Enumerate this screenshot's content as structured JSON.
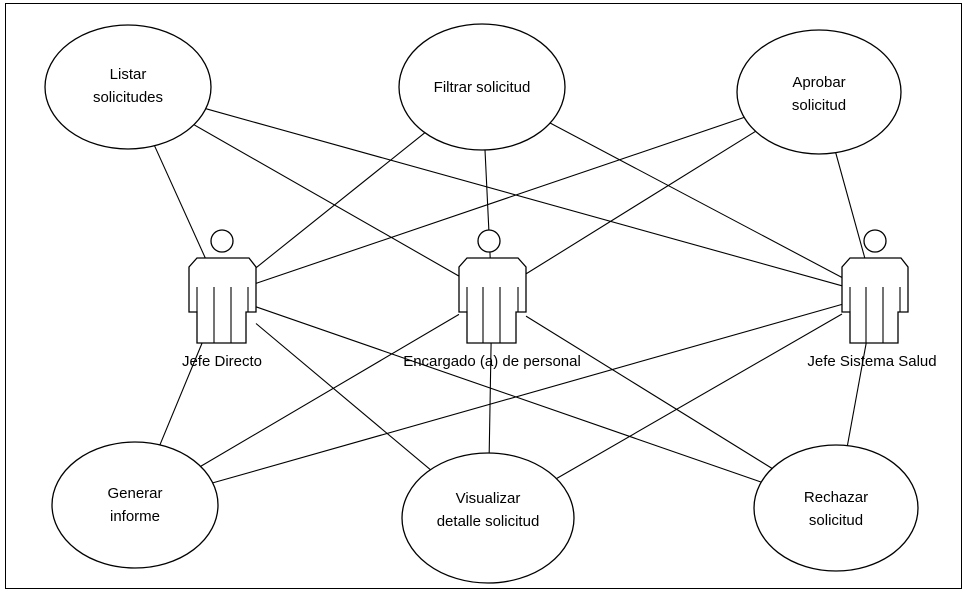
{
  "diagram": {
    "use_cases": {
      "listar": {
        "lines": [
          "Listar",
          "solicitudes"
        ]
      },
      "filtrar": {
        "lines": [
          "Filtrar solicitud"
        ]
      },
      "aprobar": {
        "lines": [
          "Aprobar",
          "solicitud"
        ]
      },
      "generar": {
        "lines": [
          "Generar",
          "informe"
        ]
      },
      "visualizar": {
        "lines": [
          "Visualizar",
          "detalle solicitud"
        ]
      },
      "rechazar": {
        "lines": [
          "Rechazar",
          "solicitud"
        ]
      }
    },
    "actors": {
      "jefe_directo": {
        "label": "Jefe Directo"
      },
      "encargado": {
        "label": "Encargado (a) de personal"
      },
      "jefe_salud": {
        "label": "Jefe Sistema Salud"
      }
    },
    "associations": [
      [
        "jefe_directo",
        "listar"
      ],
      [
        "jefe_directo",
        "filtrar"
      ],
      [
        "jefe_directo",
        "aprobar"
      ],
      [
        "jefe_directo",
        "generar"
      ],
      [
        "jefe_directo",
        "visualizar"
      ],
      [
        "jefe_directo",
        "rechazar"
      ],
      [
        "encargado",
        "listar"
      ],
      [
        "encargado",
        "filtrar"
      ],
      [
        "encargado",
        "aprobar"
      ],
      [
        "encargado",
        "generar"
      ],
      [
        "encargado",
        "visualizar"
      ],
      [
        "encargado",
        "rechazar"
      ],
      [
        "jefe_salud",
        "listar"
      ],
      [
        "jefe_salud",
        "filtrar"
      ],
      [
        "jefe_salud",
        "aprobar"
      ],
      [
        "jefe_salud",
        "generar"
      ],
      [
        "jefe_salud",
        "visualizar"
      ],
      [
        "jefe_salud",
        "rechazar"
      ]
    ]
  }
}
